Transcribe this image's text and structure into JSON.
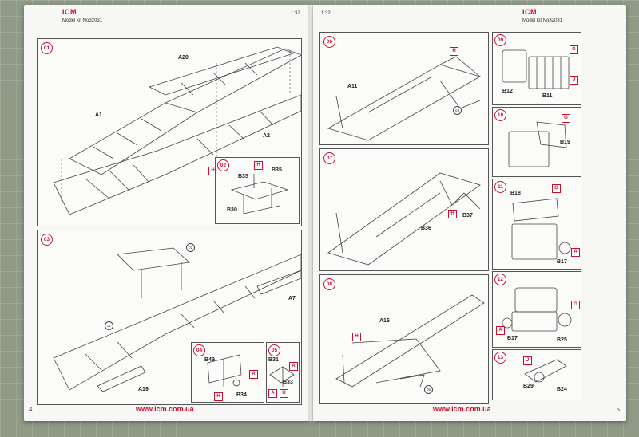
{
  "left_page": {
    "logo": "ICM",
    "header": "Model kit No32031",
    "scale": "1:32",
    "footer_url": "www.icm.com.ua",
    "page_number": "4"
  },
  "right_page": {
    "scale": "1:32",
    "logo": "ICM",
    "header": "Model kit No32031",
    "footer_url": "www.icm.com.ua",
    "page_number": "5"
  },
  "steps": {
    "s01": {
      "number": "01",
      "labels": {
        "a20": "A20",
        "a1": "A1",
        "a2": "A2"
      },
      "tag_h": "H"
    },
    "s02": {
      "number": "02",
      "labels": {
        "b35a": "B35",
        "b35b": "B35",
        "b30": "B30"
      },
      "tag_h": "H"
    },
    "s03": {
      "number": "03",
      "ref02": "02",
      "ref01": "01",
      "labels": {
        "a7": "A7",
        "a19": "A19"
      }
    },
    "s04": {
      "number": "04",
      "labels": {
        "b49": "B49",
        "b34": "B34"
      },
      "tag_a": "A",
      "tag_h": "H"
    },
    "s05": {
      "number": "05",
      "labels": {
        "b31": "B31",
        "b33": "B33"
      },
      "tag_a1": "A",
      "tag_a2": "A",
      "tag_h": "H"
    },
    "s06": {
      "number": "06",
      "ref": "04",
      "labels": {
        "a11": "A11"
      },
      "tag_h": "H"
    },
    "s07": {
      "number": "07",
      "labels": {
        "b37": "B37",
        "b36": "B36"
      },
      "tag_h": "H"
    },
    "s08": {
      "number": "08",
      "ref": "05",
      "labels": {
        "a16": "A16"
      },
      "tag_h": "H"
    },
    "s09": {
      "number": "09",
      "labels": {
        "b12": "B12",
        "b11": "B11"
      },
      "tag_g": "G",
      "tag_j": "J"
    },
    "s10": {
      "number": "10",
      "labels": {
        "b19": "B19"
      },
      "tag_g": "G"
    },
    "s11": {
      "number": "11",
      "labels": {
        "b18": "B18",
        "b17": "B17"
      },
      "tag_g": "G",
      "tag_a": "A"
    },
    "s12": {
      "number": "12",
      "labels": {
        "b17": "B17",
        "b25": "B25"
      },
      "tag_g": "G",
      "tag_a": "A"
    },
    "s13": {
      "number": "13",
      "labels": {
        "b29": "B29",
        "b24": "B24"
      },
      "tag_j": "J"
    }
  }
}
